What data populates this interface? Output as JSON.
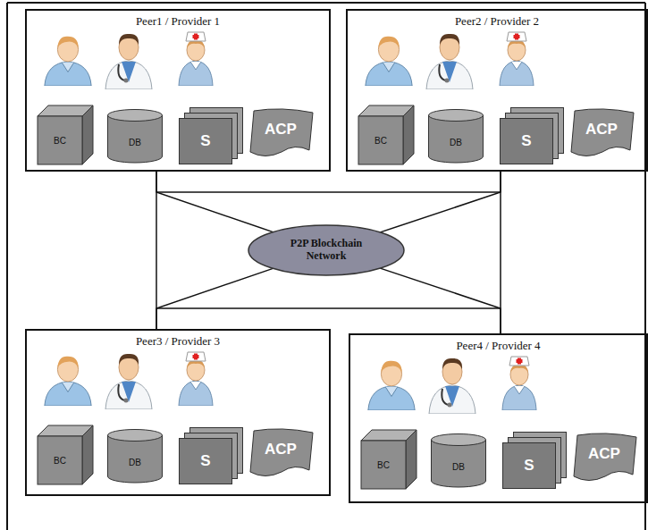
{
  "diagram": {
    "nodes": [
      {
        "text": [
          "Peer1 / Provider 1"
        ]
      },
      {
        "text": [
          "BC"
        ],
        "in": 0
      },
      {
        "text": [
          "DB"
        ],
        "in": 0
      },
      {
        "text": [
          "S"
        ],
        "in": 0
      },
      {
        "text": [
          "ACP"
        ],
        "in": 0
      },
      {
        "text": [
          "Peer2 / Provider 2"
        ]
      },
      {
        "text": [
          "BC"
        ],
        "in": 5
      },
      {
        "text": [
          "DB"
        ],
        "in": 5
      },
      {
        "text": [
          "S"
        ],
        "in": 5
      },
      {
        "text": [
          "ACP"
        ],
        "in": 5
      },
      {
        "text": [
          "P2P Blockchain Network"
        ]
      },
      {
        "text": [
          "Peer3 / Provider 3"
        ]
      },
      {
        "text": [
          "BC"
        ],
        "in": 11
      },
      {
        "text": [
          "DB"
        ],
        "in": 11
      },
      {
        "text": [
          "S"
        ],
        "in": 11
      },
      {
        "text": [
          "ACP"
        ],
        "in": 11
      },
      {
        "text": [
          "Peer4 / Provider 4"
        ]
      },
      {
        "text": [
          "BC"
        ],
        "in": 16
      },
      {
        "text": [
          "DB"
        ],
        "in": 16
      },
      {
        "text": [
          "S"
        ],
        "in": 16
      },
      {
        "text": [
          "ACP"
        ],
        "in": 16
      }
    ],
    "edges": [
      {
        "from": 0,
        "to": 10,
        "arrow": "none"
      },
      {
        "from": 5,
        "to": 10,
        "arrow": "none"
      },
      {
        "from": 11,
        "to": 10,
        "arrow": "none"
      },
      {
        "from": 16,
        "to": 10,
        "arrow": "none"
      },
      {
        "from": 0,
        "to": 11,
        "arrow": "none"
      },
      {
        "from": 5,
        "to": 16,
        "arrow": "none"
      }
    ]
  }
}
